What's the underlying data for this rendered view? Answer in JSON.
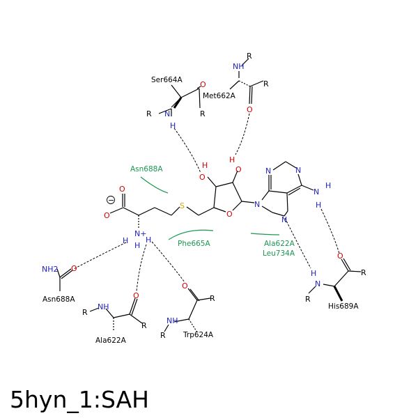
{
  "title": "5hyn_1:SAH",
  "colors": {
    "bond": "#000000",
    "nitrogen": "#1f1fbf",
    "oxygen": "#d40000",
    "sulfur": "#d7a000",
    "hydrophobic": "#1a9850",
    "hbond": "#000000"
  },
  "residues": {
    "ser664a": "Ser664A",
    "met662a": "Met662A",
    "asn688a_top": "Asn688A",
    "phe665a": "Phe665A",
    "ala622a_hydro": "Ala622A",
    "leu734a": "Leu734A",
    "asn688a_bottom": "Asn688A",
    "ala622a_bottom": "Ala622A",
    "trp624a": "Trp624A",
    "his689a": "His689A"
  },
  "atoms": {
    "r": "R",
    "n": "N",
    "nh": "NH",
    "h": "H",
    "o": "O",
    "s": "S",
    "nh2": "NH2",
    "n_plus": "N+",
    "minus": "−"
  }
}
